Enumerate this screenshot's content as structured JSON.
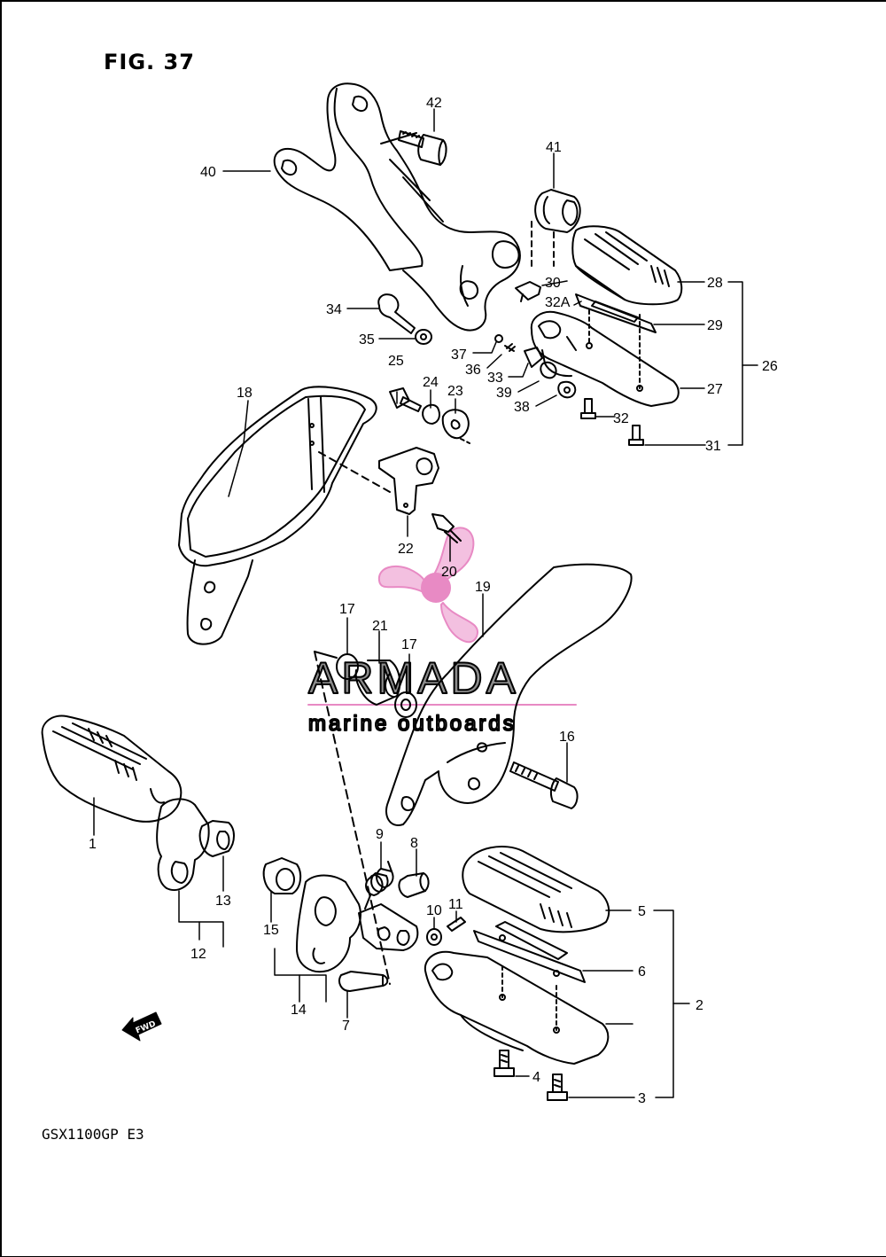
{
  "figure": {
    "title": "FIG. 37",
    "model": "GSX1100GP  E3"
  },
  "watermark": {
    "brand": "ARMADA",
    "tagline": "marine outboards"
  },
  "fwd_marker": {
    "label": "FWD"
  },
  "colors": {
    "ink": "#000000",
    "watermark_gray": "#8c8c8c",
    "watermark_pink": "#e88ac4"
  },
  "part_labels": [
    {
      "id": "1",
      "text": "1"
    },
    {
      "id": "2",
      "text": "2"
    },
    {
      "id": "3",
      "text": "3"
    },
    {
      "id": "4",
      "text": "4"
    },
    {
      "id": "5",
      "text": "5"
    },
    {
      "id": "6",
      "text": "6"
    },
    {
      "id": "7",
      "text": "7"
    },
    {
      "id": "8",
      "text": "8"
    },
    {
      "id": "9",
      "text": "9"
    },
    {
      "id": "10",
      "text": "10"
    },
    {
      "id": "11",
      "text": "11"
    },
    {
      "id": "12",
      "text": "12"
    },
    {
      "id": "13",
      "text": "13"
    },
    {
      "id": "14",
      "text": "14"
    },
    {
      "id": "15",
      "text": "15"
    },
    {
      "id": "16",
      "text": "16"
    },
    {
      "id": "17a",
      "text": "17"
    },
    {
      "id": "17b",
      "text": "17"
    },
    {
      "id": "18",
      "text": "18"
    },
    {
      "id": "19",
      "text": "19"
    },
    {
      "id": "20",
      "text": "20"
    },
    {
      "id": "21",
      "text": "21"
    },
    {
      "id": "22",
      "text": "22"
    },
    {
      "id": "23",
      "text": "23"
    },
    {
      "id": "24",
      "text": "24"
    },
    {
      "id": "25",
      "text": "25"
    },
    {
      "id": "26",
      "text": "26"
    },
    {
      "id": "27",
      "text": "27"
    },
    {
      "id": "28",
      "text": "28"
    },
    {
      "id": "29",
      "text": "29"
    },
    {
      "id": "30",
      "text": "30"
    },
    {
      "id": "31",
      "text": "31"
    },
    {
      "id": "32",
      "text": "32"
    },
    {
      "id": "32A",
      "text": "32A"
    },
    {
      "id": "33",
      "text": "33"
    },
    {
      "id": "34",
      "text": "34"
    },
    {
      "id": "35",
      "text": "35"
    },
    {
      "id": "36",
      "text": "36"
    },
    {
      "id": "37",
      "text": "37"
    },
    {
      "id": "38",
      "text": "38"
    },
    {
      "id": "39",
      "text": "39"
    },
    {
      "id": "40",
      "text": "40"
    },
    {
      "id": "41",
      "text": "41"
    },
    {
      "id": "42",
      "text": "42"
    }
  ]
}
